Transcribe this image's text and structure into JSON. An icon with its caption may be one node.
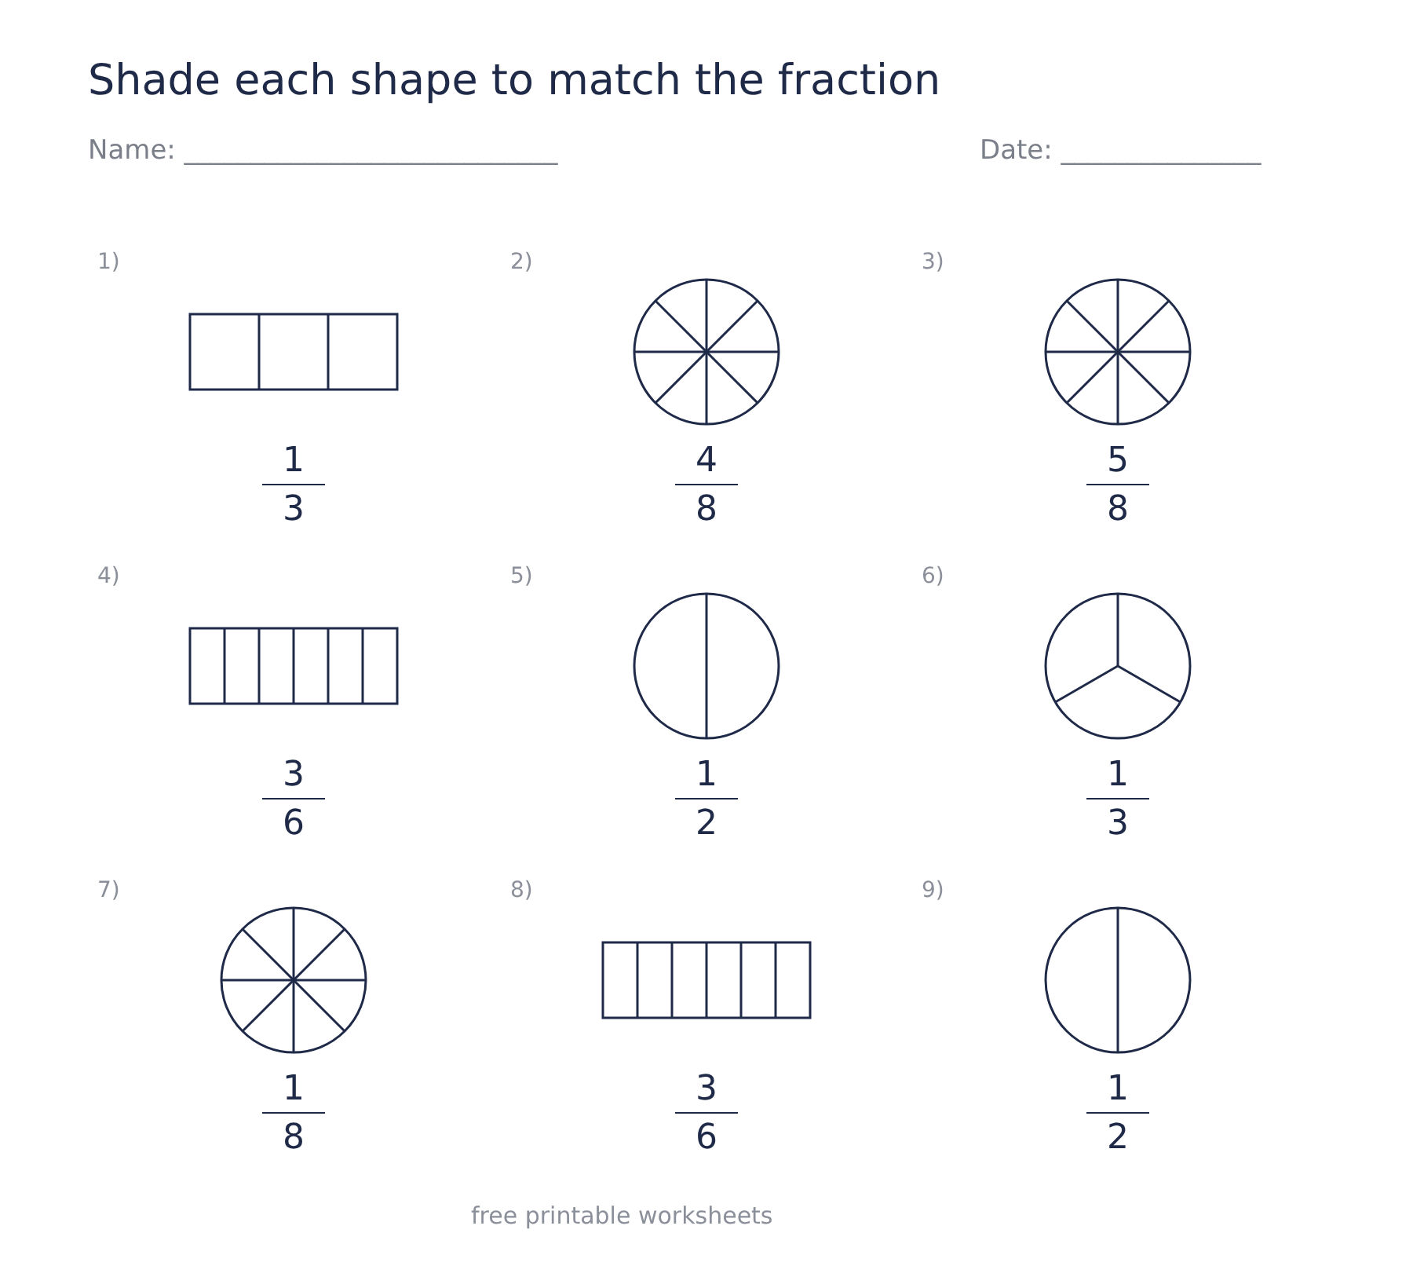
{
  "diagram": {
    "title": "Shade each shape to match the fraction",
    "nodes": [
      {
        "text": [],
        "shape": "box",
        "beside": [
          "1",
          "3"
        ]
      },
      {
        "text": [],
        "shape": "circle",
        "beside": [
          "4",
          "8"
        ]
      },
      {
        "text": [],
        "shape": "circle",
        "beside": [
          "5",
          "8"
        ]
      },
      {
        "text": [],
        "shape": "box",
        "beside": [
          "3",
          "6"
        ]
      },
      {
        "text": [],
        "shape": "circle",
        "beside": [
          "1",
          "2"
        ]
      },
      {
        "text": [],
        "shape": "circle",
        "beside": [
          "1",
          "3"
        ]
      },
      {
        "text": [],
        "shape": "circle",
        "beside": [
          "1",
          "8"
        ]
      },
      {
        "text": [],
        "shape": "box",
        "beside": [
          "3",
          "6"
        ]
      },
      {
        "text": [],
        "shape": "circle",
        "beside": [
          "1",
          "2"
        ]
      }
    ],
    "labels": [
      "Name: ____________________________",
      "Date: _______________",
      "1)",
      "2)",
      "3)",
      "4)",
      "5)",
      "6)",
      "7)",
      "8)",
      "9)",
      "free printable worksheets"
    ]
  }
}
